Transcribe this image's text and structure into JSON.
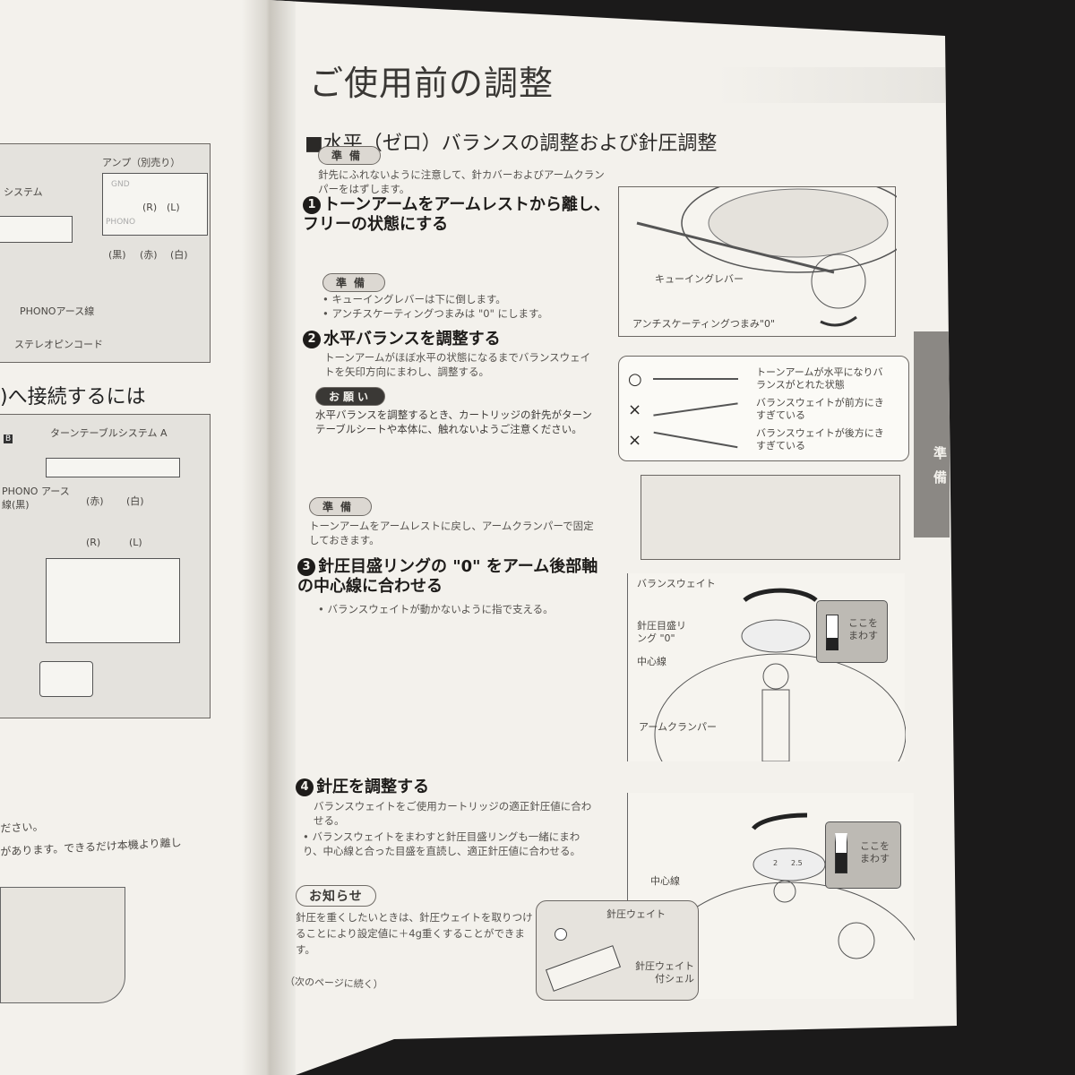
{
  "left_page": {
    "fig1": {
      "system_partial": "システム",
      "amp": "アンプ（別売り）",
      "gnd": "GND",
      "phono": "PHONO",
      "r": "(R)",
      "l": "(L)",
      "black": "(黒)",
      "red": "(赤)",
      "white": "(白)",
      "earth_wire": "PHONOアース線",
      "stereo_cord": "ステレオピンコード"
    },
    "heading": ")へ接続するには",
    "fig2": {
      "system_a": "ターンテーブルシステム A",
      "system_b_partial": "B",
      "phono_earth": "PHONO アース線(黒)",
      "red": "(赤)",
      "white": "(白)",
      "r": "(R)",
      "l": "(L)"
    },
    "text_line1": "ださい。",
    "text_line2": "があります。できるだけ本機より離し"
  },
  "right_page": {
    "title": "ご使用前の調整",
    "subtitle": "■水平（ゼロ）バランスの調整および針圧調整",
    "side_tab": "準備",
    "prep1": {
      "label": "準備",
      "text": "針先にふれないように注意して、針カバーおよびアームクランパーをはずします。"
    },
    "step1": {
      "num": "1",
      "title": "トーンアームをアームレストから離し、フリーの状態にする"
    },
    "prep2": {
      "label": "準備",
      "bullets": [
        "キューイングレバーは下に倒します。",
        "アンチスケーティングつまみは \"0\" にします。"
      ]
    },
    "fig_step1": {
      "cueing": "キューイングレバー",
      "antiskate": "アンチスケーティングつまみ\"0\""
    },
    "step2": {
      "num": "2",
      "title": "水平バランスを調整する",
      "text": "トーンアームがほぼ水平の状態になるまでバランスウェイトを矢印方向にまわし、調整する。"
    },
    "request": {
      "label": "お願い",
      "text": "水平バランスを調整するとき、カートリッジの針先がターンテーブルシートや本体に、触れないようご注意ください。"
    },
    "balance_table": [
      {
        "mark": "○",
        "text": "トーンアームが水平になりバランスがとれた状態"
      },
      {
        "mark": "×",
        "text": "バランスウェイトが前方にきすぎている"
      },
      {
        "mark": "×",
        "text": "バランスウェイトが後方にきすぎている"
      }
    ],
    "prep3": {
      "label": "準備",
      "text": "トーンアームをアームレストに戻し、アームクランパーで固定しておきます。"
    },
    "step3": {
      "num": "3",
      "title": "針圧目盛リングの \"0\" をアーム後部軸の中心線に合わせる",
      "bullet": "バランスウェイトが動かないように指で支える。"
    },
    "fig_step3": {
      "balance_weight": "バランスウェイト",
      "ring": "針圧目盛リング \"0\"",
      "center": "中心線",
      "clamper": "アームクランパー",
      "turn_here": "ここをまわす"
    },
    "step4": {
      "num": "4",
      "title": "針圧を調整する",
      "text": "バランスウェイトをご使用カートリッジの適正針圧値に合わせる。",
      "bullet": "バランスウェイトをまわすと針圧目盛リングも一緒にまわり、中心線と合った目盛を直読し、適正針圧値に合わせる。"
    },
    "notice": {
      "label": "お知らせ",
      "text": "針圧を重くしたいときは、針圧ウェイトを取りつけることにより設定値に＋4g重くすることができます。"
    },
    "fig_weight": {
      "weight": "針圧ウェイト",
      "shell": "針圧ウェイト付シェル"
    },
    "fig_step4": {
      "center": "中心線",
      "turn_here": "ここをまわす",
      "scale_2": "2",
      "scale_25": "2.5"
    },
    "continued": "（次のページに続く）"
  }
}
